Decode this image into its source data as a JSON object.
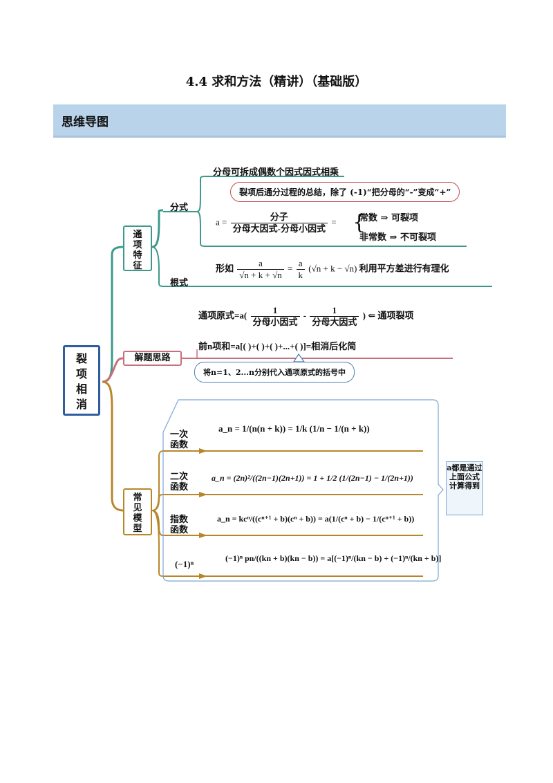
{
  "title": "4.4  求和方法（精讲）（基础版）",
  "banner": "思维导图",
  "root": "裂项相消",
  "colors": {
    "teal": "#3d9a8b",
    "pink": "#c86f7d",
    "gold": "#b8862a",
    "blue": "#2f5d9e",
    "banner": "#b9d3ea"
  },
  "branch_teal": {
    "label": "通项特征",
    "fenshi": {
      "label": "分式",
      "line1": "分母可拆成偶数个因式因式相乘",
      "callout": "裂项后通分过程的总结，除了  (-1)“把分母的“-”变成“+”",
      "formula_a": "a =",
      "num": "分子",
      "den": "分母大因式-分母小因式",
      "eq": "=",
      "case1": "常数 ⇒ 可裂项",
      "case2": "非常数 ⇒ 不可裂项"
    },
    "genshi": {
      "label": "根式",
      "prefix": "形如",
      "num1": "a",
      "den1": "√n + k + √n",
      "eq": "=",
      "num2": "a",
      "den2": "k",
      "tail": "(√n + k − √n)",
      "suffix": "利用平方差进行有理化"
    }
  },
  "branch_pink": {
    "label": "解题思路",
    "line1_prefix": "通项原式=a(",
    "num1": "1",
    "den1": "分母小因式",
    "minus": "-",
    "num2": "1",
    "den2": "分母大因式",
    "line1_suffix": ") ⇐ 通项裂项",
    "line2": "前n项和=a[(   )+(   )+(   )+...+(   )]=相消后化简",
    "pill": "将n=1、2...n分别代入通项原式的括号中"
  },
  "branch_gold": {
    "label": "常见模型",
    "side_note": "a都是通过上面公式计算得到",
    "models": [
      {
        "label": "一次函数",
        "formula": "a_n = 1/(n(n + k)) = 1/k (1/n − 1/(n + k))"
      },
      {
        "label": "二次函数",
        "formula": "a_n = (2n)²/((2n−1)(2n+1)) = 1 + 1/2 (1/(2n−1) − 1/(2n+1))"
      },
      {
        "label": "指数函数",
        "formula": "a_n = kcⁿ/((cⁿ⁺¹ + b)(cⁿ + b)) = a(1/(cⁿ + b) − 1/(cⁿ⁺¹ + b))"
      },
      {
        "label": "(−1)ⁿ",
        "formula": "(−1)ⁿ pn/((kn + b)(kn − b)) = a[(−1)ⁿ/(kn − b) + (−1)ⁿ/(kn + b)]"
      }
    ]
  }
}
